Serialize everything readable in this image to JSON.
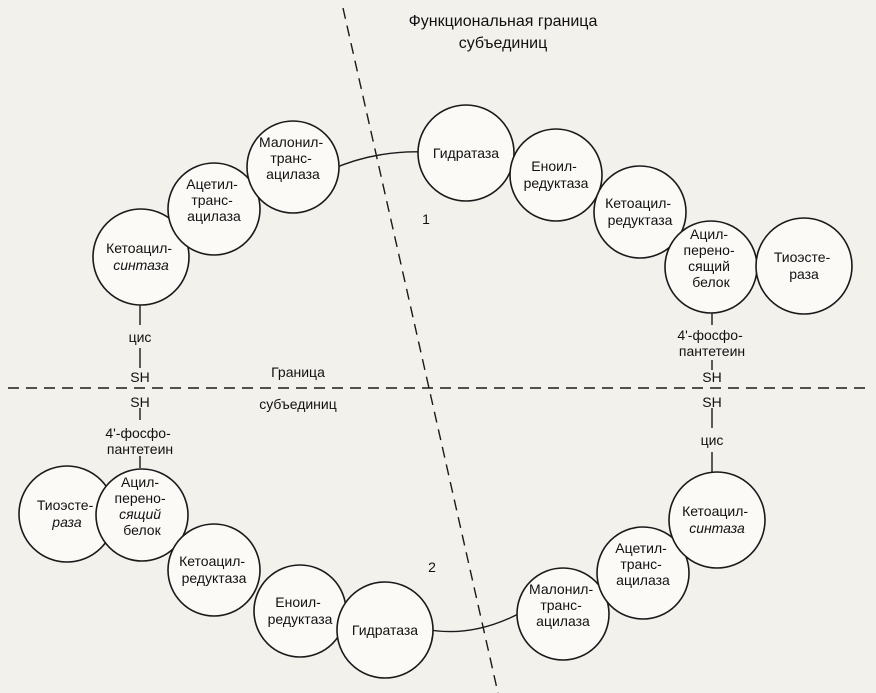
{
  "title_line1": "Функциональная граница",
  "title_line2": "субъединиц",
  "boundary_line1": "Граница",
  "boundary_line2": "субъединиц",
  "subunit1": {
    "number": "1",
    "malonyl": [
      "Малонил-",
      "транс-",
      "ацилаза"
    ],
    "acetyl": [
      "Ацетил-",
      "транс-",
      "ацилаза"
    ],
    "ketoacyl_synthase": [
      "Кетоацил-",
      "синтаза"
    ],
    "hydratase": [
      "Гидратаза"
    ],
    "enoyl": [
      "Еноил-",
      "редуктаза"
    ],
    "ketoacyl_reductase": [
      "Кетоацил-",
      "редуктаза"
    ],
    "acp": [
      "Ацил-",
      "перено-",
      "сящий",
      "белок"
    ],
    "thioesterase": [
      "Тиоэсте-",
      "раза"
    ],
    "cys": "цис",
    "sh": "SH",
    "pantetheine": [
      "4'-фосфо-",
      "пантетеин"
    ],
    "sh_right": "SH"
  },
  "subunit2": {
    "number": "2",
    "sh_left": "SH",
    "pantetheine": [
      "4'-фосфо-",
      "пантетеин"
    ],
    "thioesterase": [
      "Тиоэсте-",
      "раза"
    ],
    "acp": [
      "Ацил-",
      "перено-",
      "сящий",
      "белок"
    ],
    "ketoacyl_reductase": [
      "Кетоацил-",
      "редуктаза"
    ],
    "enoyl": [
      "Еноил-",
      "редуктаза"
    ],
    "hydratase": [
      "Гидратаза"
    ],
    "malonyl": [
      "Малонил-",
      "транс-",
      "ацилаза"
    ],
    "acetyl": [
      "Ацетил-",
      "транс-",
      "ацилаза"
    ],
    "ketoacyl_synthase": [
      "Кетоацил-",
      "синтаза"
    ],
    "sh_right": "SH",
    "cys": "цис"
  }
}
